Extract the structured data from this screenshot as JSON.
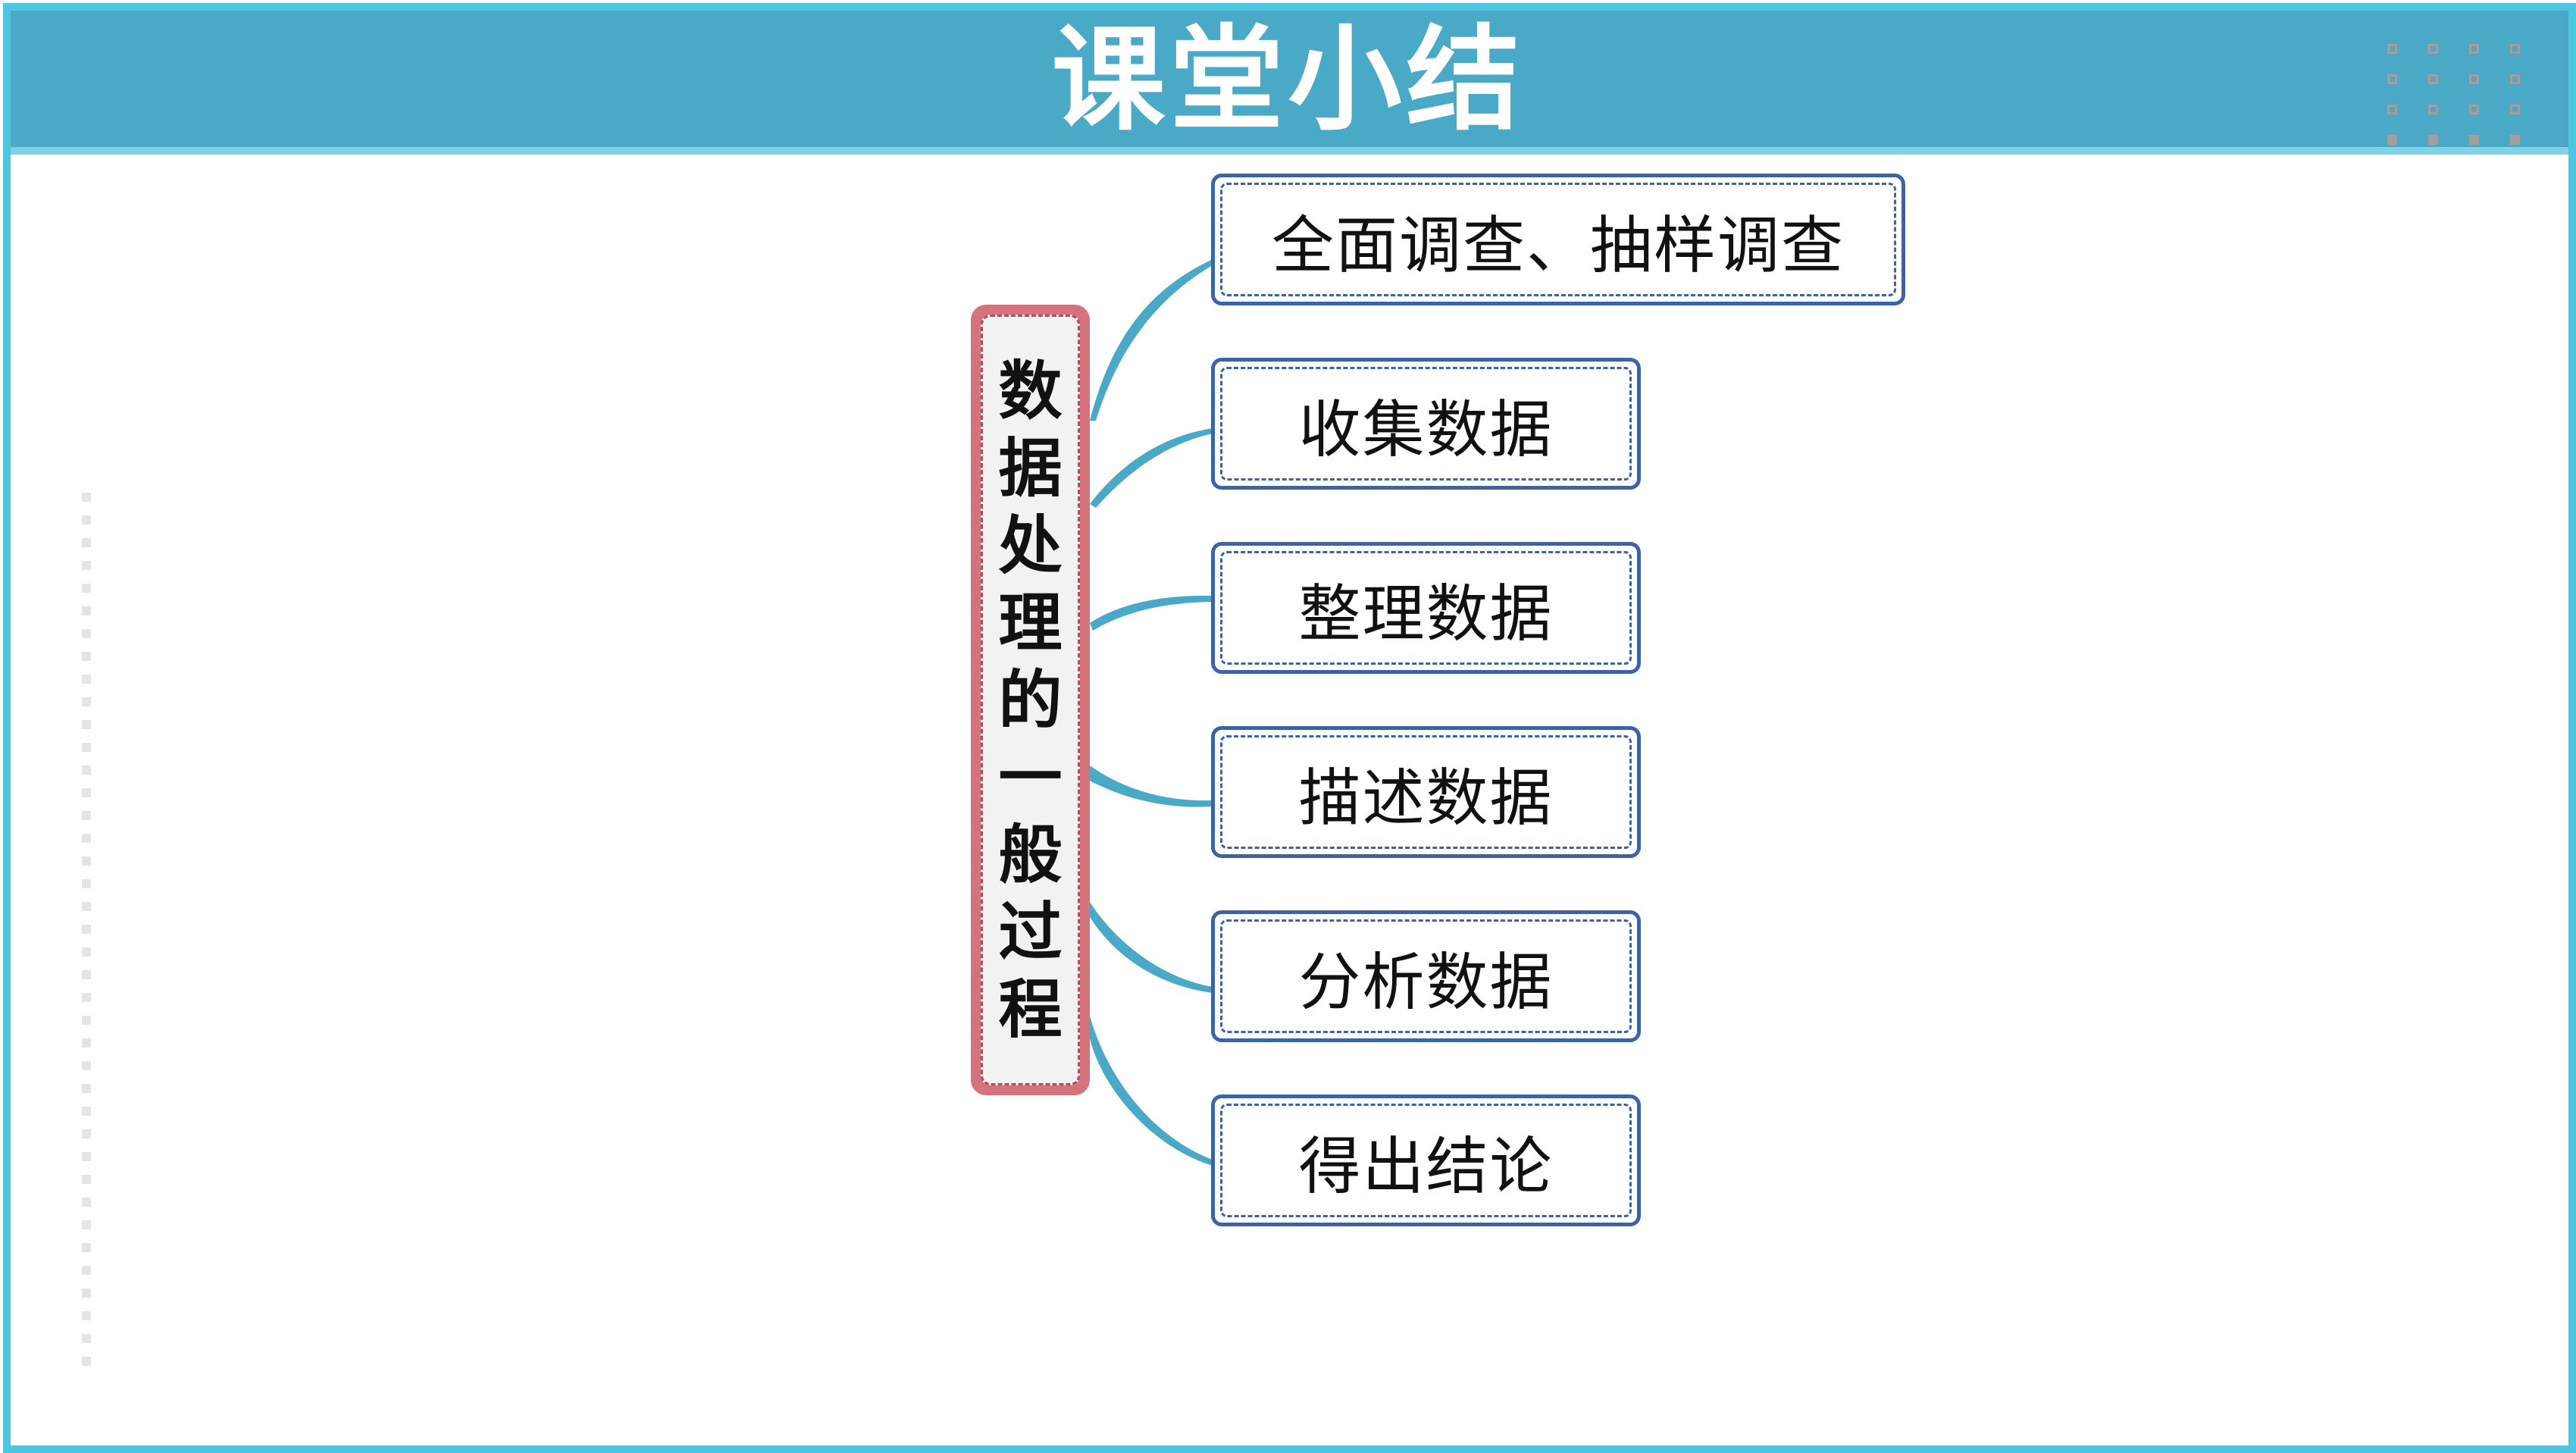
{
  "title": "课堂小结",
  "root": {
    "chars": [
      "数",
      "据",
      "处",
      "理",
      "的",
      "一",
      "般",
      "过",
      "程"
    ]
  },
  "branches": [
    {
      "label": "全面调查、抽样调查"
    },
    {
      "label": "收集数据"
    },
    {
      "label": "整理数据"
    },
    {
      "label": "描述数据"
    },
    {
      "label": "分析数据"
    },
    {
      "label": "得出结论"
    }
  ],
  "colors": {
    "title_bar": "#4aa9c6",
    "frame": "#4dc6e1",
    "connector": "#4aa9c6",
    "root_fill": "#d5737c",
    "node_border": "#3b63a8"
  }
}
